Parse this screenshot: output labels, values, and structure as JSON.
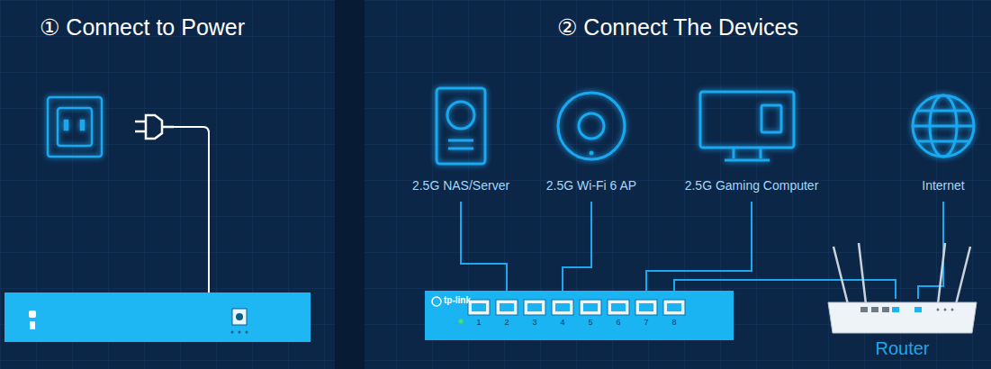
{
  "diagram": {
    "nodes": [
      {
        "text": [
          "2.5G NAS/Server"
        ]
      },
      {
        "text": [
          "2.5G Wi-Fi 6 AP"
        ]
      },
      {
        "text": [
          "2.5G Gaming Computer"
        ]
      },
      {
        "text": [
          "Internet"
        ]
      },
      {
        "text": [
          "tp-link",
          "1",
          "2",
          "3",
          "4",
          "5",
          "6",
          "7",
          "8"
        ]
      },
      {
        "text": [
          "Router"
        ]
      }
    ],
    "edges": [
      {
        "from": 0,
        "to": 4,
        "arrow": "none"
      },
      {
        "from": 1,
        "to": 4,
        "arrow": "none"
      },
      {
        "from": 2,
        "to": 4,
        "arrow": "none"
      },
      {
        "from": 3,
        "to": 5,
        "arrow": "none"
      },
      {
        "from": 4,
        "to": 5,
        "arrow": "none"
      }
    ],
    "labels": [
      "① Connect to Power",
      "② Connect The Devices"
    ]
  }
}
